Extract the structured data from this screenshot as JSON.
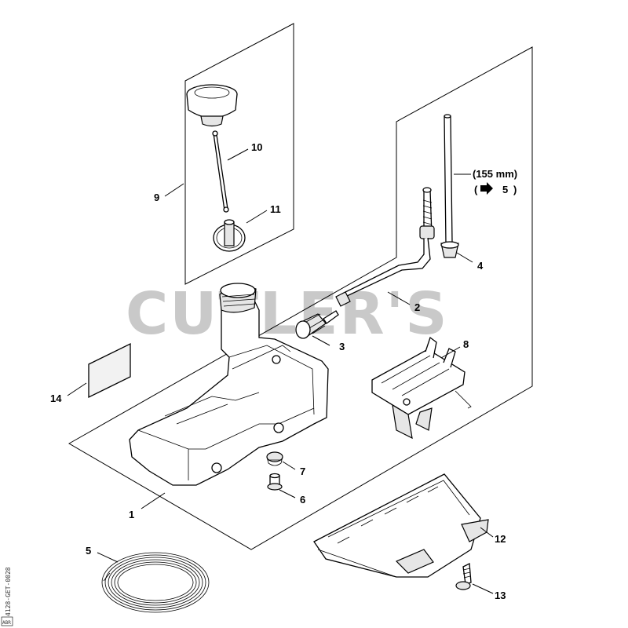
{
  "watermark": "CUTLER'S",
  "vertical_code": "4128-GET-0028",
  "corner_mark": "ABR",
  "callouts": {
    "c1": "1",
    "c2": "2",
    "c3": "3",
    "c4": "4",
    "c5": "5",
    "c6": "6",
    "c7": "7",
    "c8": "8",
    "c9": "9",
    "c10": "10",
    "c11": "11",
    "c12": "12",
    "c13": "13",
    "c14": "14"
  },
  "note_length": "(155 mm)",
  "note_ref_open": "(",
  "note_ref_num": "5",
  "note_ref_close": ")"
}
